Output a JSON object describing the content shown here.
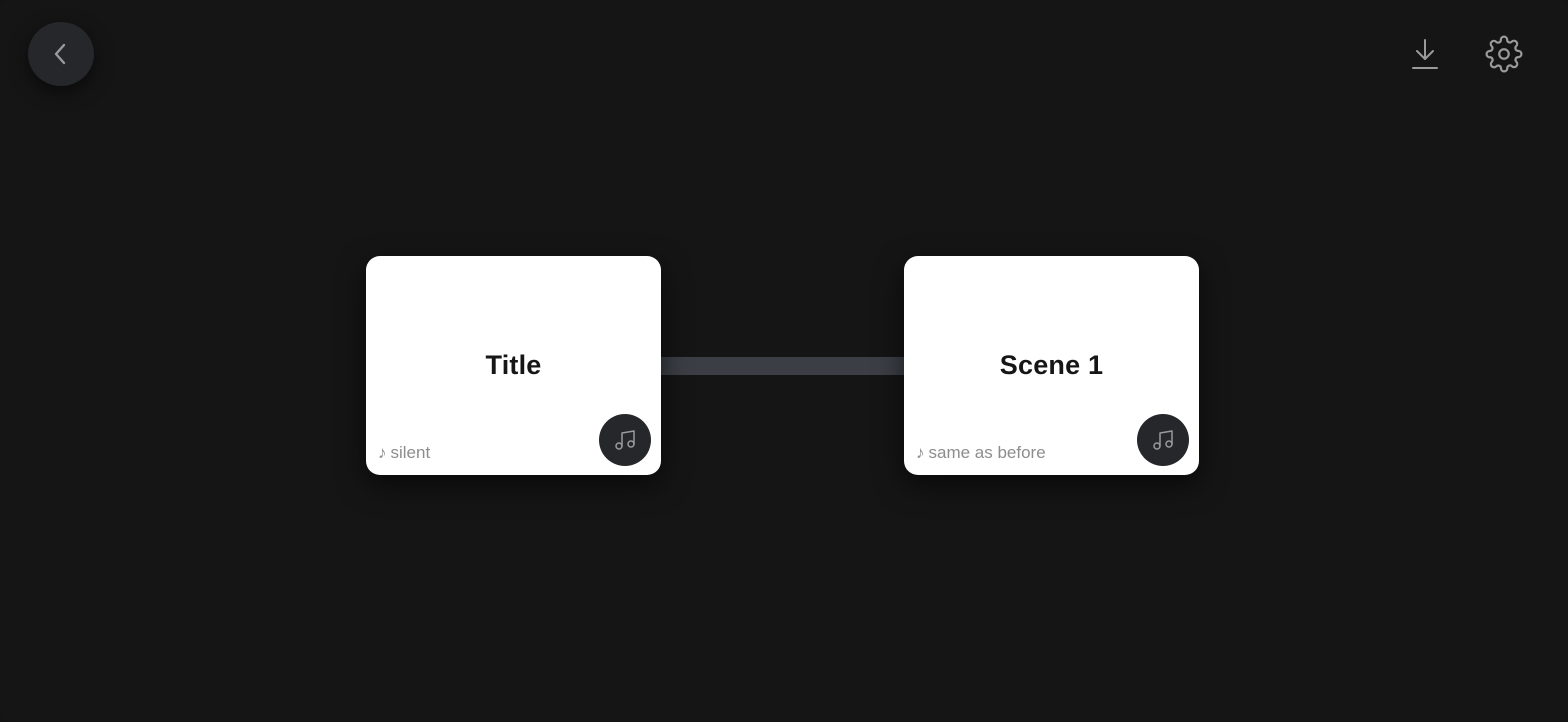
{
  "toolbar": {
    "back_icon": "chevron-left-icon",
    "download_icon": "download-icon",
    "settings_icon": "gear-icon"
  },
  "nodes": [
    {
      "title": "Title",
      "audio_glyph": "♪",
      "audio_label": "silent",
      "music_icon": "music-note-icon"
    },
    {
      "title": "Scene 1",
      "audio_glyph": "♪",
      "audio_label": "same as before",
      "music_icon": "music-note-icon"
    }
  ],
  "colors": {
    "background": "#151515",
    "card": "#ffffff",
    "connector": "#3b3f45",
    "button_dark": "#25272b",
    "icon_muted": "#9a9a9a"
  }
}
